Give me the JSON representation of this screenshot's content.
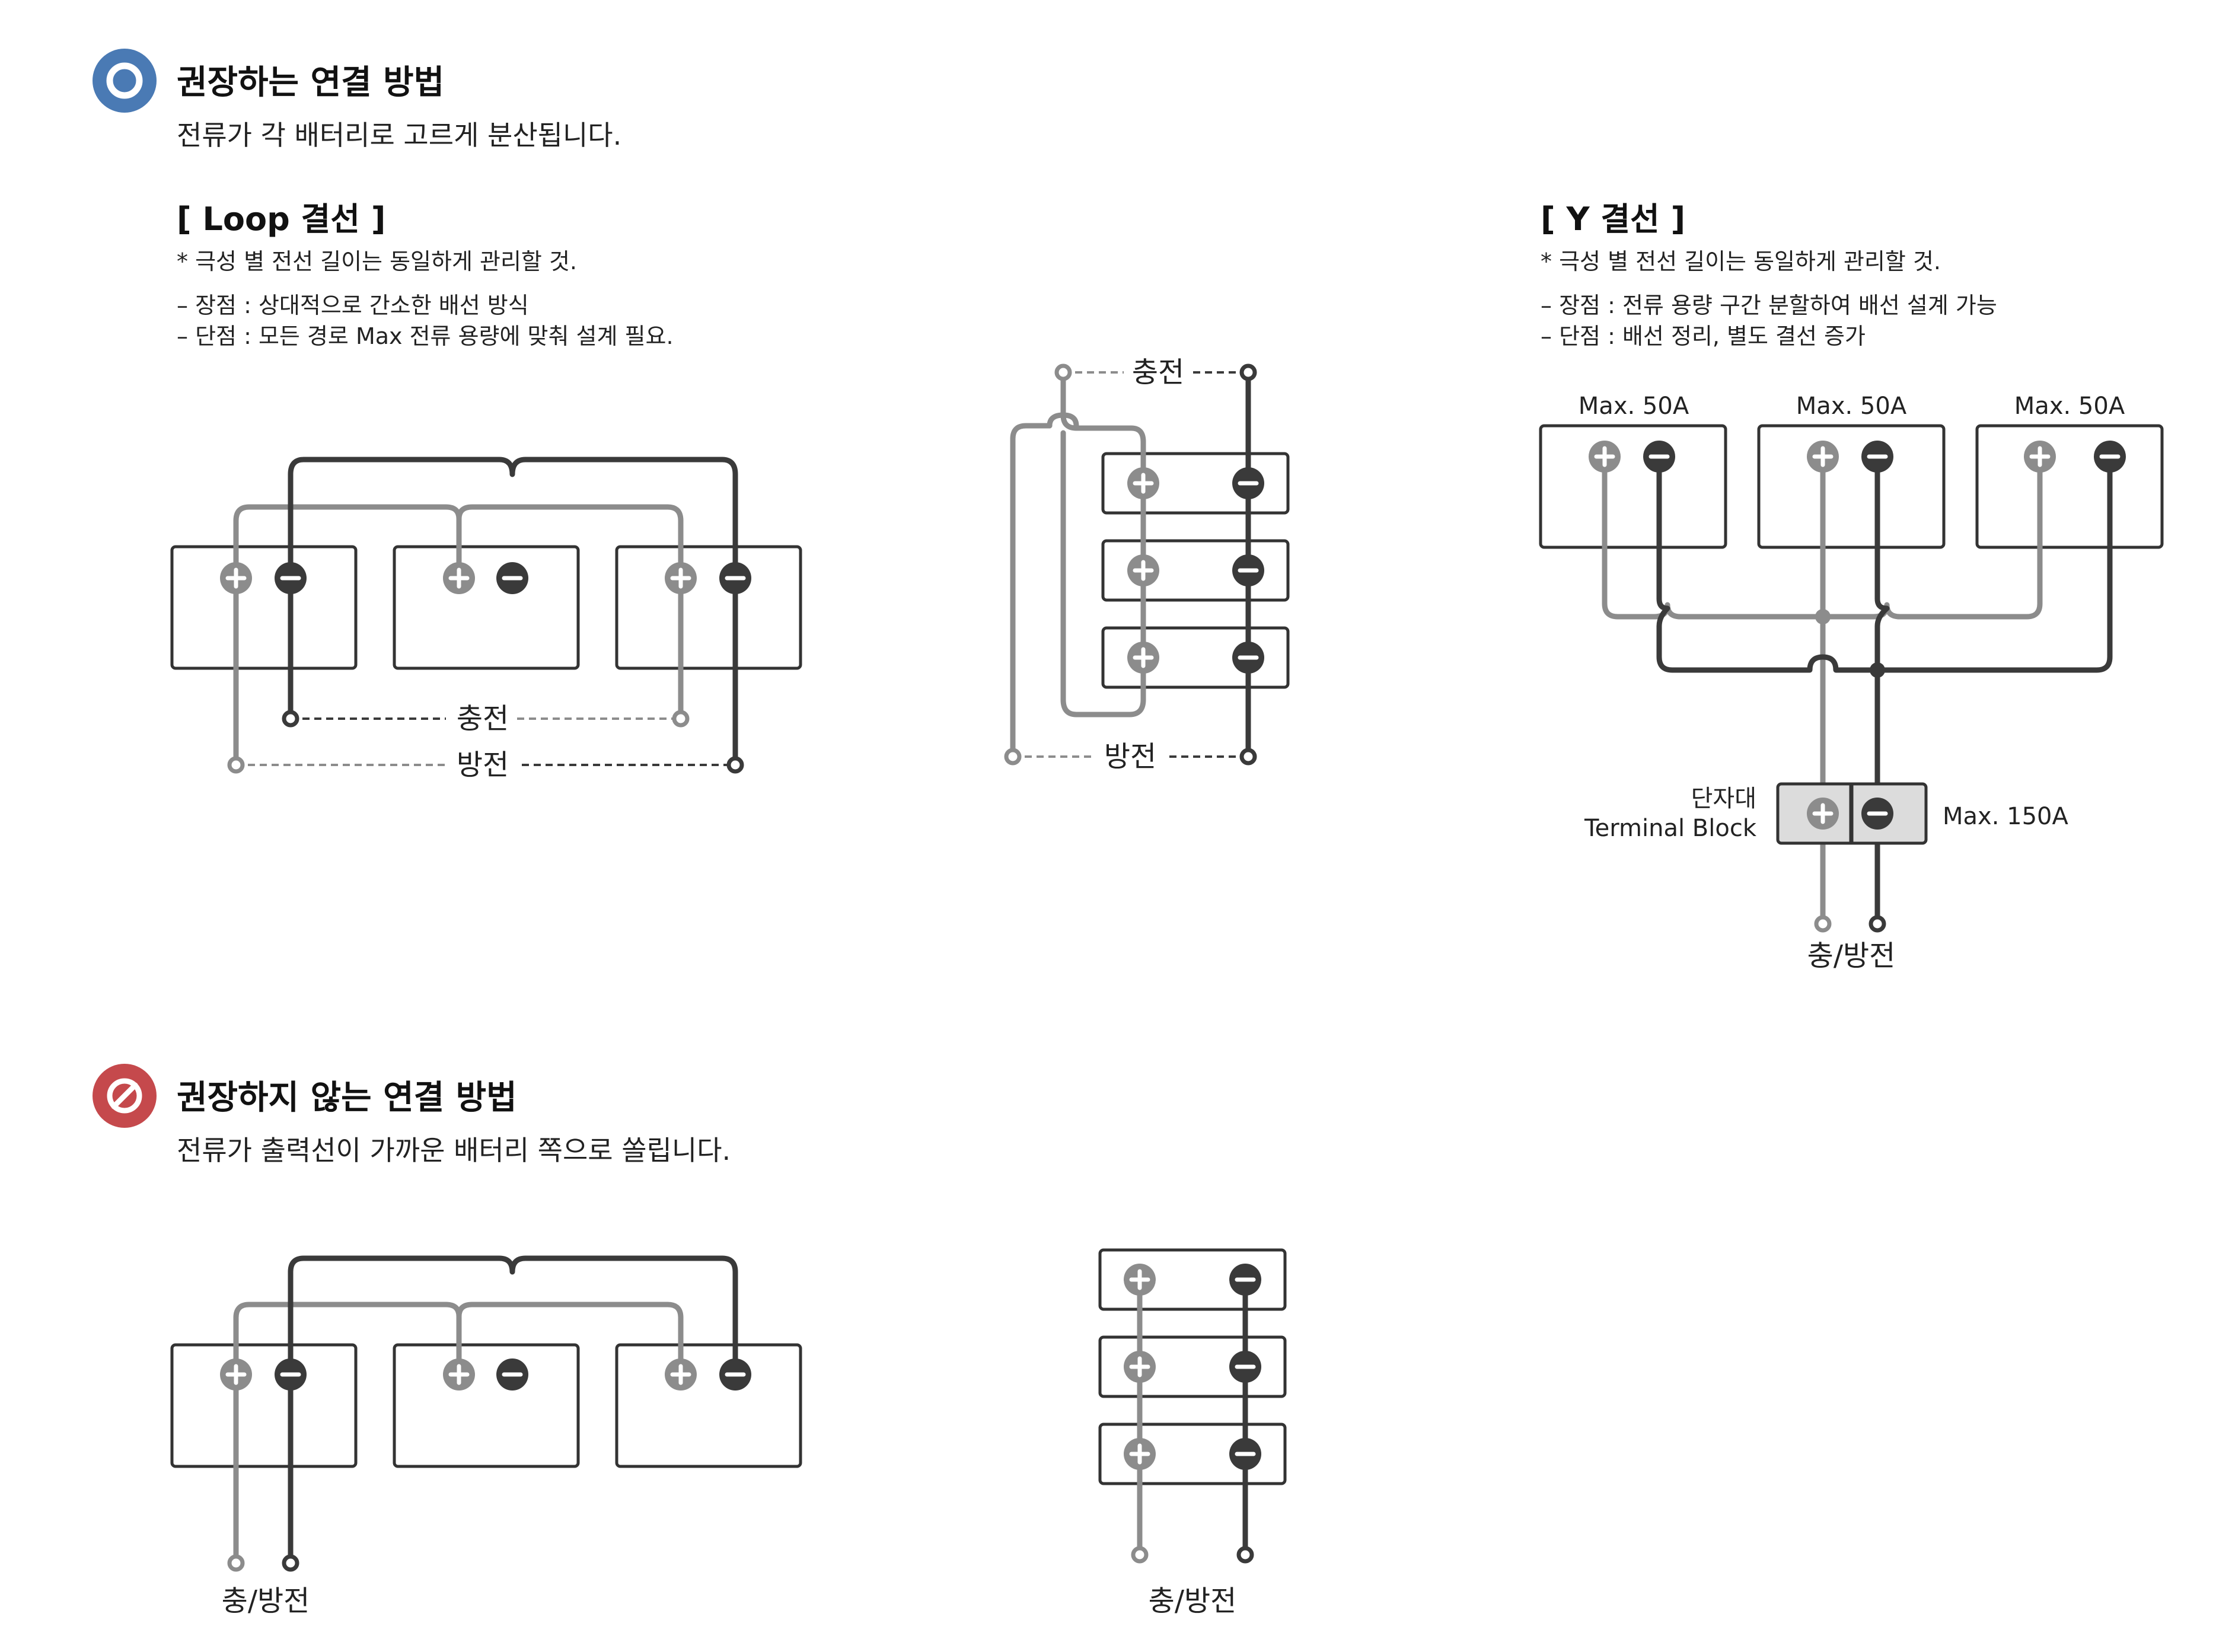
{
  "colors": {
    "recommended": "#4a7ab4",
    "not_recommended": "#c5494c",
    "positive": "#8c8c8c",
    "negative": "#3a3a3a",
    "terminal_fill": "#dcdcdc"
  },
  "icons": {
    "recommended": "circle-o-icon",
    "not_recommended": "no-entry-icon",
    "positive": "plus-icon",
    "negative": "minus-icon"
  },
  "recommended": {
    "title": "권장하는 연결 방법",
    "subtitle": "전류가 각 배터리로 고르게 분산됩니다.",
    "loop": {
      "title": "[ Loop 결선 ]",
      "note": "* 극성 별 전선 길이는 동일하게 관리할 것.",
      "pro": "– 장점 : 상대적으로 간소한 배선 방식",
      "con": "– 단점 : 모든 경로 Max 전류 용량에 맞춰 설계 필요.",
      "charge": "충전",
      "discharge": "방전"
    },
    "y": {
      "title": "[ Y 결선 ]",
      "note": "* 극성 별 전선 길이는 동일하게 관리할 것.",
      "pro": "– 장점 : 전류 용량 구간 분할하여 배선 설계 가능",
      "con": "– 단점 : 배선 정리, 별도 결선 증가",
      "max_labels": [
        "Max. 50A",
        "Max. 50A",
        "Max. 50A"
      ],
      "terminal_ko": "단자대",
      "terminal_en": "Terminal Block",
      "terminal_max": "Max. 150A",
      "output": "충/방전"
    }
  },
  "not_recommended": {
    "title": "권장하지 않는 연결 방법",
    "subtitle": "전류가 출력선이 가까운 배터리 쪽으로 쏠립니다.",
    "output_left": "충/방전",
    "output_right": "충/방전"
  }
}
